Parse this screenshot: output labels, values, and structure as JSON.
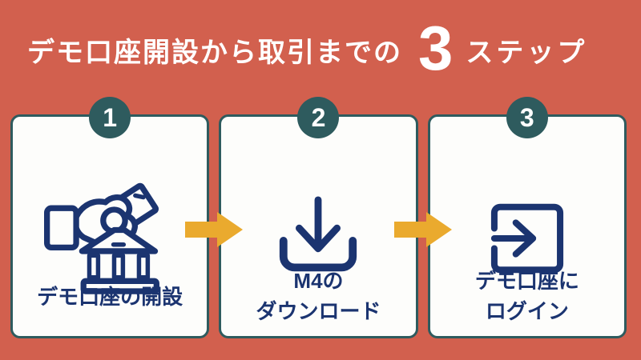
{
  "title": {
    "prefix": "デモ口座開設から取引までの",
    "number": "3",
    "suffix": "ステップ"
  },
  "steps": [
    {
      "number": "1",
      "icon": "bank-deposit-icon",
      "label_lines": [
        "デモ口座の開設"
      ]
    },
    {
      "number": "2",
      "icon": "download-icon",
      "label_lines": [
        "M4の",
        "ダウンロード"
      ]
    },
    {
      "number": "3",
      "icon": "login-icon",
      "label_lines": [
        "デモ口座に",
        "ログイン"
      ]
    }
  ],
  "colors": {
    "background": "#d2604e",
    "card_background": "#fdfdfb",
    "card_border": "#2e5b5e",
    "badge_background": "#2e5b5e",
    "badge_text": "#ffffff",
    "title_text": "#ffffff",
    "label_text": "#1b3470",
    "icon_stroke": "#1b3470",
    "arrow": "#eaaa2e"
  }
}
